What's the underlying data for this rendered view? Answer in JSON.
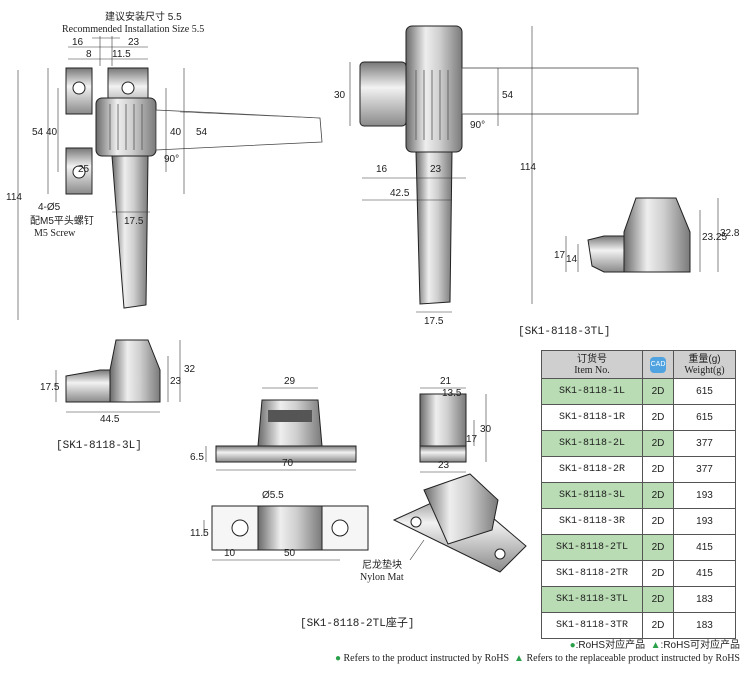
{
  "install_note": {
    "cn": "建议安装尺寸 5.5",
    "en": "Recommended Installation Size 5.5"
  },
  "screw_note": {
    "spec": "4-Ø5",
    "cn": "配M5平头螺钉",
    "en": "M5 Screw"
  },
  "nylon_note": {
    "cn": "尼龙垫块",
    "en": "Nylon Mat"
  },
  "labels": {
    "view_3l": "[SK1-8118-3L]",
    "view_3tl": "[SK1-8118-3TL]",
    "view_2tl": "[SK1-8118-2TL座子]"
  },
  "dims": {
    "d16": "16",
    "d23": "23",
    "d8": "8",
    "d11_5": "11.5",
    "d54": "54",
    "d40": "40",
    "d25": "25",
    "d90": "90°",
    "d114": "114",
    "d17_5": "17.5",
    "d30": "30",
    "d42_5": "42.5",
    "d17": "17",
    "d14": "14",
    "d23_25": "23.25",
    "d32_8": "32.8",
    "d32": "32",
    "d44_5": "44.5",
    "d29": "29",
    "d6_5": "6.5",
    "d70": "70",
    "d21": "21",
    "d13_5": "13.5",
    "d5_5": "Ø5.5",
    "d10": "10",
    "d50": "50"
  },
  "table": {
    "header": {
      "item_cn": "订货号",
      "item_en": "Item No.",
      "cad": "CAD",
      "weight_cn": "重量(g)",
      "weight_en": "Weight(g)"
    },
    "rows": [
      {
        "item": "SK1-8118-1L",
        "cad": "2D",
        "weight": "615"
      },
      {
        "item": "SK1-8118-1R",
        "cad": "2D",
        "weight": "615"
      },
      {
        "item": "SK1-8118-2L",
        "cad": "2D",
        "weight": "377"
      },
      {
        "item": "SK1-8118-2R",
        "cad": "2D",
        "weight": "377"
      },
      {
        "item": "SK1-8118-3L",
        "cad": "2D",
        "weight": "193"
      },
      {
        "item": "SK1-8118-3R",
        "cad": "2D",
        "weight": "193"
      },
      {
        "item": "SK1-8118-2TL",
        "cad": "2D",
        "weight": "415"
      },
      {
        "item": "SK1-8118-2TR",
        "cad": "2D",
        "weight": "415"
      },
      {
        "item": "SK1-8118-3TL",
        "cad": "2D",
        "weight": "183"
      },
      {
        "item": "SK1-8118-3TR",
        "cad": "2D",
        "weight": "183"
      }
    ]
  },
  "legend": {
    "rohs_cn": ":RoHS对应产品",
    "rohs_replace_cn": ":RoHS可对应产品",
    "rohs_en": "Refers to the product instructed by RoHS",
    "rohs_replace_en": "Refers to the replaceable product instructed by RoHS",
    "dot": "●",
    "triangle": "▲",
    "green": "#2aa04a"
  }
}
